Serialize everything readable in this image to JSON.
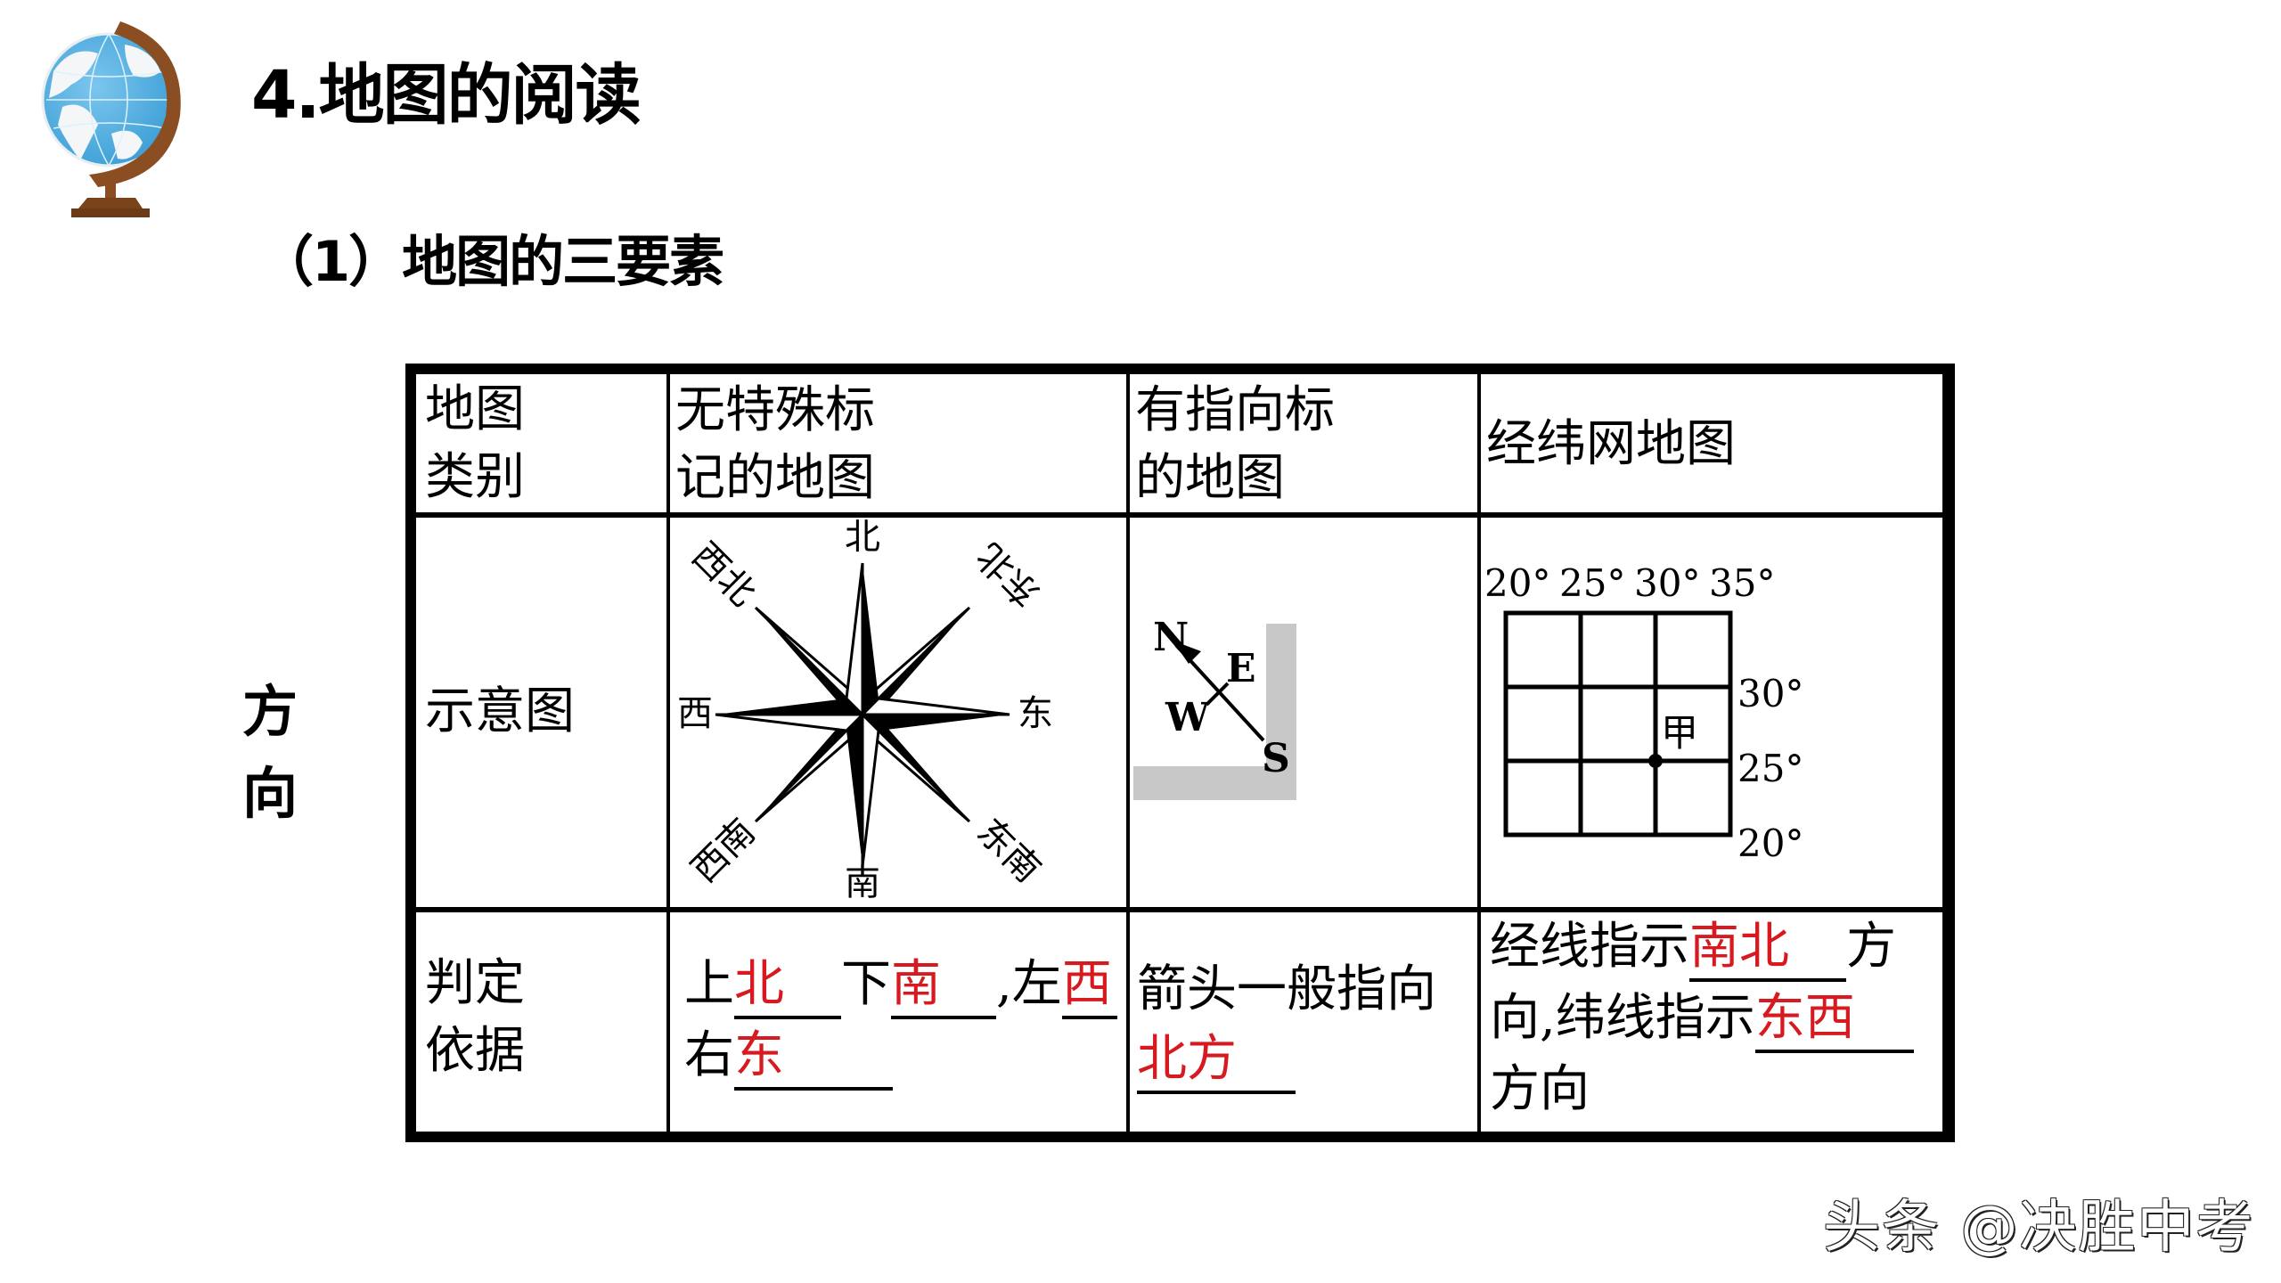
{
  "header": {
    "title": "4.地图的阅读",
    "subtitle": "（1）地图的三要素",
    "globe_icon": "globe-icon"
  },
  "side_label": [
    "方",
    "向"
  ],
  "table": {
    "row_headers": {
      "category": [
        "地图",
        "类别"
      ],
      "diagram": "示意图",
      "basis": [
        "判定",
        "依据"
      ]
    },
    "columns": [
      {
        "category": [
          "无特殊标",
          "记的地图"
        ],
        "diagram": {
          "type": "compass-rose",
          "labels": {
            "n": "北",
            "s": "南",
            "e": "东",
            "w": "西",
            "ne": "东北",
            "nw": "西北",
            "se": "东南",
            "sw": "西南"
          }
        },
        "basis": {
          "line1": [
            {
              "text": "上",
              "red": false
            },
            {
              "text": "北",
              "red": true,
              "blank": true
            },
            {
              "text": "下",
              "red": false
            },
            {
              "text": "南",
              "red": true,
              "blank": true
            },
            {
              "text": ",左",
              "red": false
            },
            {
              "text": "西",
              "red": true,
              "blank": true
            }
          ],
          "p1": "上",
          "a1": "北",
          "p2": "下",
          "a2": "南",
          "p3": ",左",
          "a3": "西",
          "p4": "右",
          "a4": "东"
        }
      },
      {
        "category": [
          "有指向标",
          "的地图"
        ],
        "diagram": {
          "type": "direction-arrow",
          "labels": {
            "n": "N",
            "e": "E",
            "w": "W",
            "s": "S"
          }
        },
        "basis": {
          "p1": "箭头一般指向",
          "a1": "北方"
        }
      },
      {
        "category": [
          "经纬网地图"
        ],
        "diagram": {
          "type": "graticule",
          "longitudes": [
            "20°",
            "25°",
            "30°",
            "35°"
          ],
          "latitudes": [
            "30°",
            "25°",
            "20°"
          ],
          "point_label": "甲"
        },
        "basis": {
          "p1": "经线指示",
          "a1": "南北",
          "p2": "方",
          "p3": "向,纬线指示",
          "a2": "东西",
          "p4": "方向"
        }
      }
    ]
  },
  "colors": {
    "answer": "#d71920",
    "border": "#000000",
    "gray_frame": "#c8c8c8"
  },
  "watermark": "头条 @决胜中考"
}
